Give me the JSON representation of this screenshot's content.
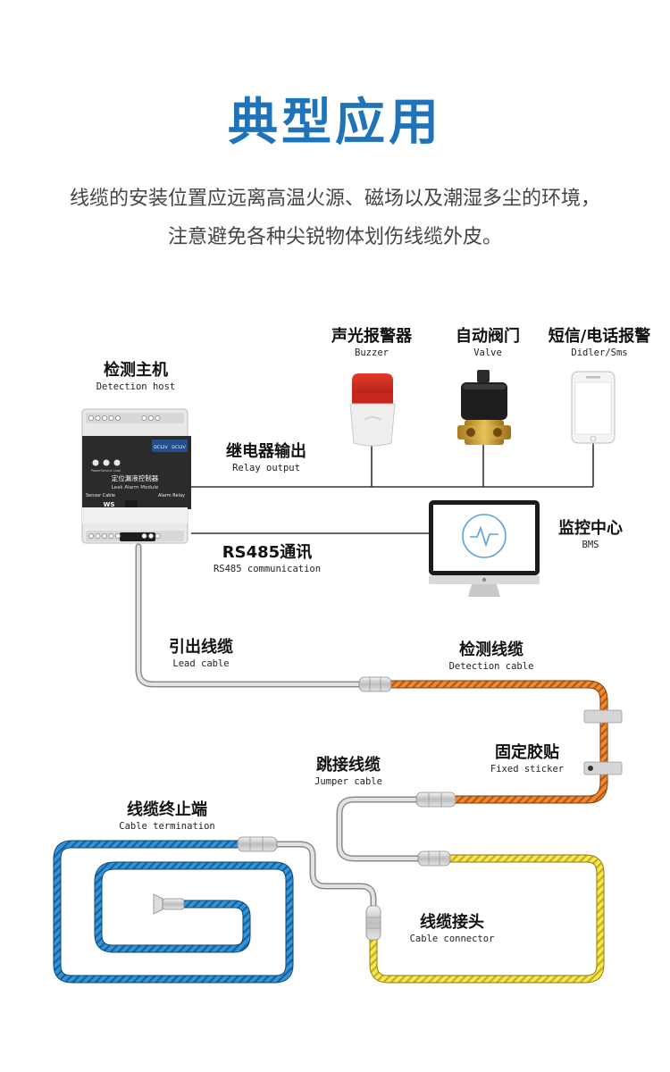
{
  "header": {
    "title": "典型应用",
    "description_line1": "线缆的安装位置应远离高温火源、磁场以及潮湿多尘的环境，",
    "description_line2": "注意避免各种尖锐物体划伤线缆外皮。"
  },
  "labels": {
    "host": {
      "cn": "检测主机",
      "en": "Detection host"
    },
    "buzzer": {
      "cn": "声光报警器",
      "en": "Buzzer"
    },
    "valve": {
      "cn": "自动阀门",
      "en": "Valve"
    },
    "sms": {
      "cn": "短信/电话报警",
      "en": "Didler/Sms"
    },
    "relay": {
      "cn": "继电器输出",
      "en": "Relay output"
    },
    "rs485": {
      "cn": "RS485通讯",
      "en": "RS485 communication"
    },
    "bms": {
      "cn": "监控中心",
      "en": "BMS"
    },
    "lead_cable": {
      "cn": "引出线缆",
      "en": "Lead cable"
    },
    "detection_cable": {
      "cn": "检测线缆",
      "en": "Detection cable"
    },
    "fixed_sticker": {
      "cn": "固定胶贴",
      "en": "Fixed sticker"
    },
    "jumper_cable": {
      "cn": "跳接线缆",
      "en": "Jumper cable"
    },
    "cable_termination": {
      "cn": "线缆终止端",
      "en": "Cable termination"
    },
    "cable_connector": {
      "cn": "线缆接头",
      "en": "Cable connector"
    }
  },
  "module": {
    "name_cn": "定位漏液控制器",
    "name_en": "Leak Alarm Module",
    "sensor_label": "Sensor Cable",
    "alarm_label": "Alarm Relay",
    "power_labels": [
      "DC12V",
      "DC12V"
    ],
    "led_labels": [
      "Power",
      "Service",
      "Leak"
    ],
    "logo": "WS"
  },
  "colors": {
    "title": "#1f74b9",
    "cable_orange": "#e07a25",
    "cable_yellow": "#f2e23a",
    "cable_blue": "#2f8fd6",
    "cable_grey": "#cfcfcf",
    "wire": "#333333"
  },
  "icons": {
    "bms": "heartbeat-icon",
    "sms": "smartphone-icon",
    "buzzer": "alarm-light-icon",
    "valve": "solenoid-valve-icon"
  }
}
